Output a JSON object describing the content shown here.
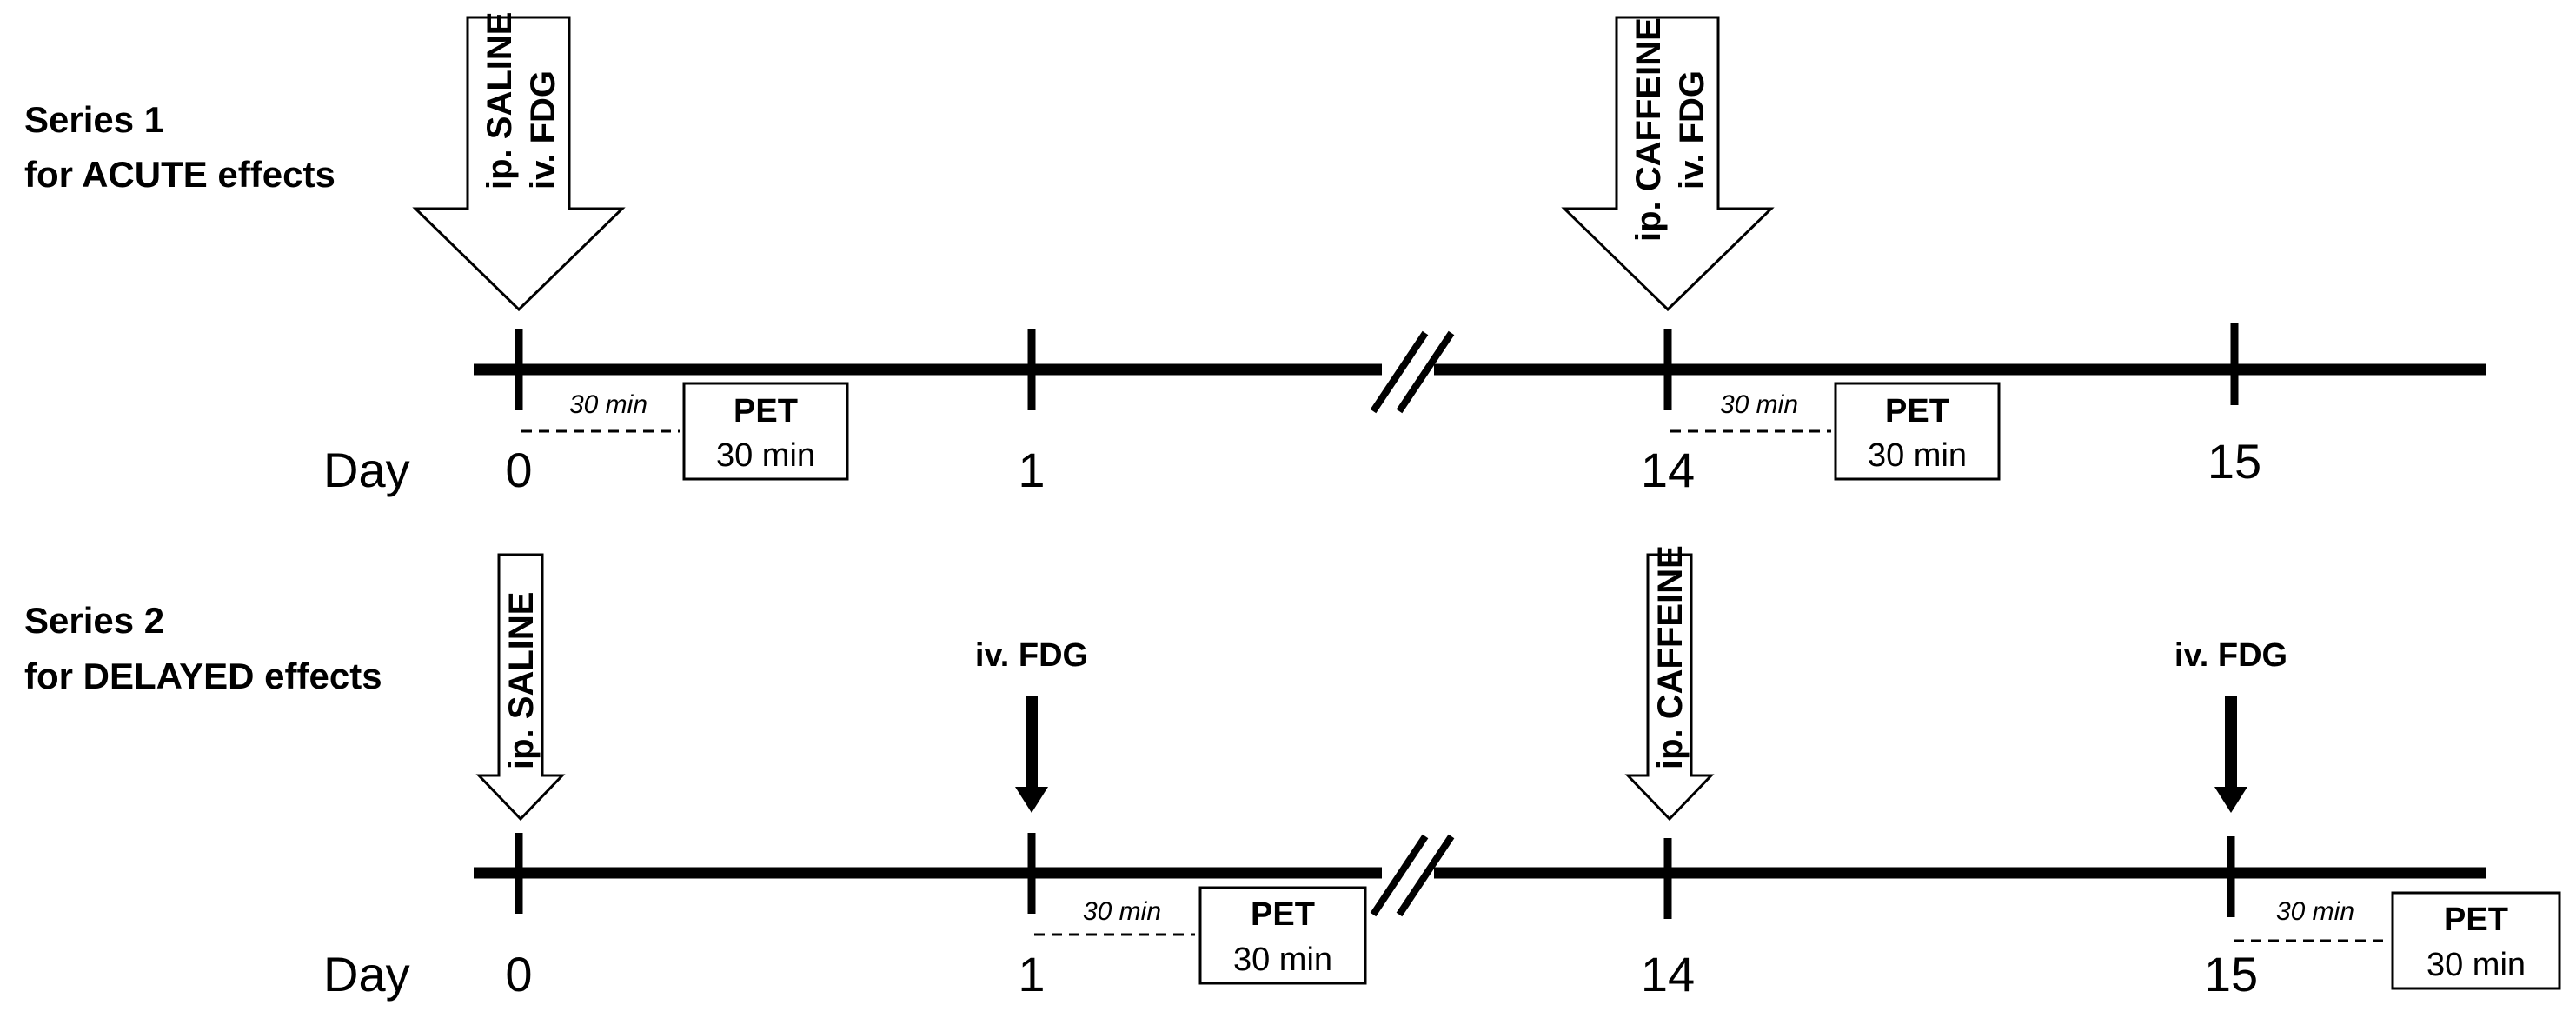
{
  "series1": {
    "title_line1": "Series 1",
    "title_line2": "for ACUTE effects",
    "day_word": "Day",
    "days": [
      "0",
      "1",
      "14",
      "15"
    ],
    "injections": [
      {
        "line1": "ip. SALINE",
        "line2": "iv. FDG"
      },
      {
        "line1": "ip. CAFFEINE",
        "line2": "iv. FDG"
      }
    ],
    "pet": [
      {
        "delay": "30 min",
        "title": "PET",
        "duration": "30 min"
      },
      {
        "delay": "30 min",
        "title": "PET",
        "duration": "30 min"
      }
    ]
  },
  "series2": {
    "title_line1": "Series 2",
    "title_line2": "for DELAYED effects",
    "day_word": "Day",
    "days": [
      "0",
      "1",
      "14",
      "15"
    ],
    "injections": [
      {
        "line1": "ip. SALINE"
      },
      {
        "line1": "ip. CAFFEINE"
      }
    ],
    "fdg": [
      "iv. FDG",
      "iv. FDG"
    ],
    "pet": [
      {
        "delay": "30 min",
        "title": "PET",
        "duration": "30 min"
      },
      {
        "delay": "30 min",
        "title": "PET",
        "duration": "30 min"
      }
    ]
  }
}
